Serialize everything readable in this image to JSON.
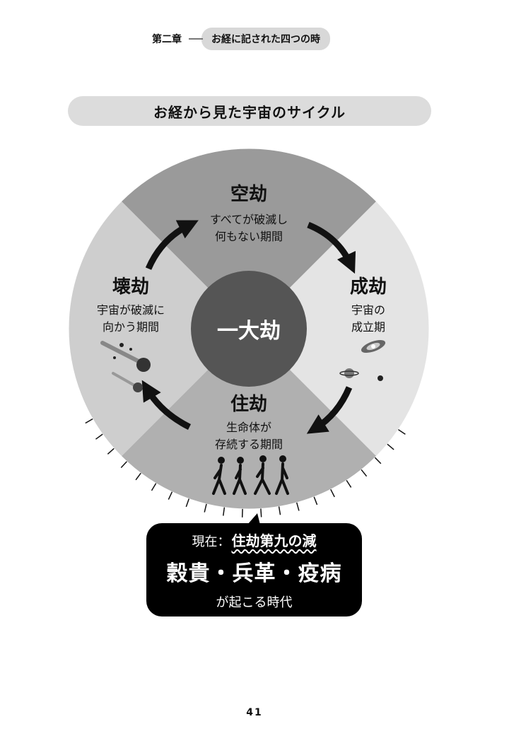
{
  "header": {
    "chapter": "第二章",
    "section": "お経に記された四つの時"
  },
  "diagram": {
    "title": "お経から見た宇宙のサイクル",
    "center": "一大劫",
    "kalpas": {
      "top": {
        "name": "空劫",
        "desc1": "すべてが破滅し",
        "desc2": "何もない期間"
      },
      "right": {
        "name": "成劫",
        "desc1": "宇宙の",
        "desc2": "成立期"
      },
      "bottom": {
        "name": "住劫",
        "desc1": "生命体が",
        "desc2": "存続する期間"
      },
      "left": {
        "name": "壊劫",
        "desc1": "宇宙が破滅に",
        "desc2": "向かう期間"
      }
    },
    "colors": {
      "top": "#9a9a9a",
      "right": "#e4e4e4",
      "bottom": "#b0b0b0",
      "left": "#cecece",
      "center": "#555555"
    },
    "callout": {
      "now_label": "現在：",
      "now_value": "住劫第九の減",
      "main": "穀貴・兵革・疫病",
      "sub": "が起こる時代"
    }
  },
  "page_number": "41"
}
